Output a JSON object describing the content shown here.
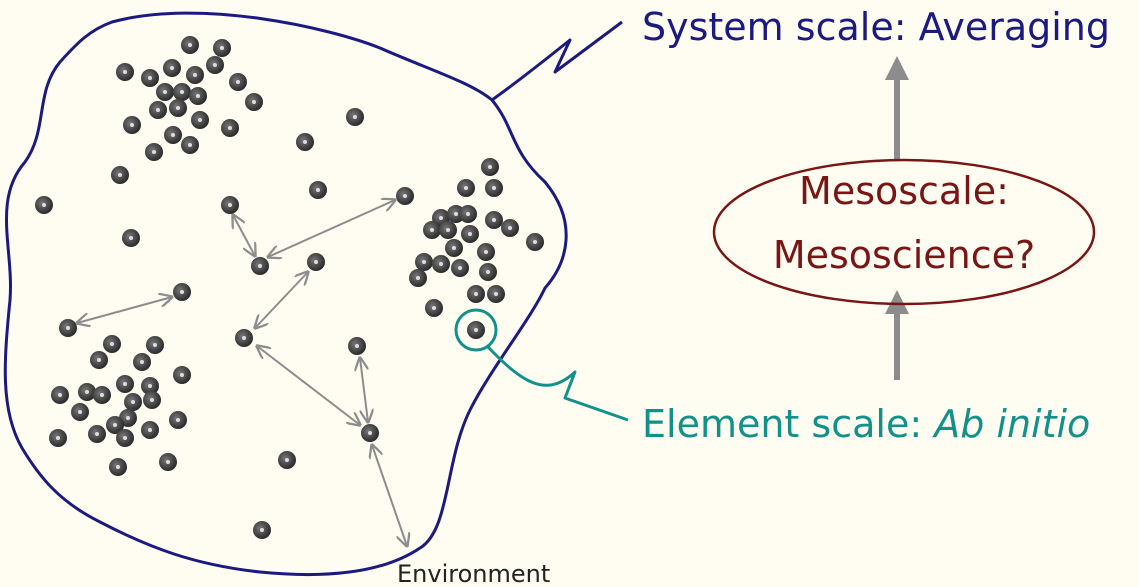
{
  "labels": {
    "system_scale": "System scale: Averaging",
    "element_scale_prefix": "Element scale: ",
    "element_scale_italic": "Ab initio",
    "mesoscale_line1": "Mesoscale:",
    "mesoscale_line2": "Mesoscience?",
    "environment": "Environment"
  },
  "colors": {
    "boundary": "#1a1a80",
    "element_highlight": "#12918a",
    "mesoscale": "#7a1515",
    "arrow": "#8c8c8c",
    "particle": "#333333"
  }
}
